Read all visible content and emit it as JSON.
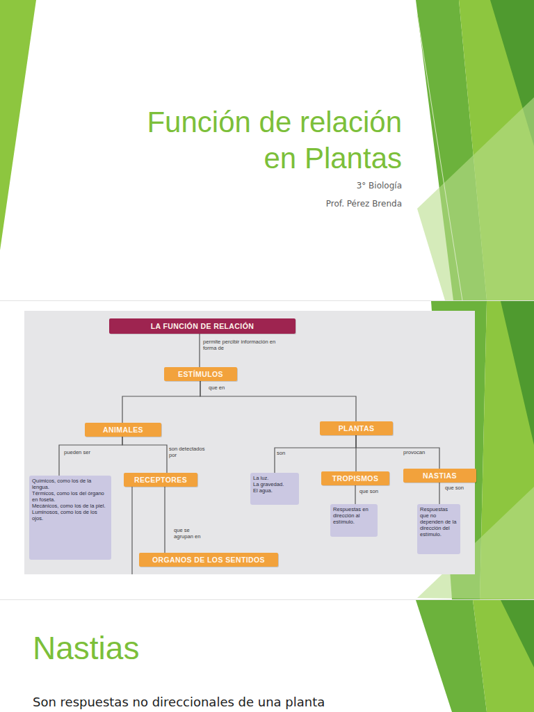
{
  "diagram": {
    "title": "Función de relación en Plantas",
    "nodes": [
      {
        "text": [
          "LA FUNCIÓN DE RELACIÓN"
        ]
      },
      {
        "text": [
          "ESTÍMULOS"
        ]
      },
      {
        "text": [
          "ANIMALES"
        ]
      },
      {
        "text": [
          "PLANTAS"
        ]
      },
      {
        "text": [
          "Químicos, como los de la lengua.",
          "Térmicos, como los del órgano en foseta.",
          "Mecánicos, como los de la piel.",
          "Luminosos, como los de los ojos."
        ]
      },
      {
        "text": [
          "RECEPTORES"
        ]
      },
      {
        "text": [
          "La luz.",
          "La gravedad.",
          "El agua."
        ]
      },
      {
        "text": [
          "TROPISMOS"
        ]
      },
      {
        "text": [
          "NASTIAS"
        ]
      },
      {
        "text": [
          "Respuestas en dirección al estímulo."
        ]
      },
      {
        "text": [
          "Respuestas que no dependen de la dirección del estímulo."
        ]
      },
      {
        "text": [
          "ORGANOS DE LOS SENTIDOS"
        ]
      }
    ],
    "edges": [
      {
        "from": 0,
        "to": 1,
        "arrow": "none",
        "label": "permite percibir información en forma de"
      },
      {
        "from": 1,
        "to": 2,
        "arrow": "none",
        "label": "que en"
      },
      {
        "from": 1,
        "to": 3,
        "arrow": "none"
      },
      {
        "from": 2,
        "to": 4,
        "arrow": "none",
        "label": "pueden ser"
      },
      {
        "from": 2,
        "to": 5,
        "arrow": "none",
        "label": "son detectados por"
      },
      {
        "from": 3,
        "to": 6,
        "arrow": "none",
        "label": "son"
      },
      {
        "from": 3,
        "to": 7,
        "arrow": "none",
        "label": "provocan"
      },
      {
        "from": 3,
        "to": 8,
        "arrow": "none"
      },
      {
        "from": 7,
        "to": 9,
        "arrow": "none",
        "label": "que son"
      },
      {
        "from": 8,
        "to": 10,
        "arrow": "none",
        "label": "que son"
      },
      {
        "from": 5,
        "to": 11,
        "arrow": "none",
        "label": "que se agrupan en"
      }
    ],
    "labels": [
      "3° Biología",
      "Prof. Pérez Brenda",
      "Nastias",
      "Son respuestas no direccionales de una planta"
    ]
  }
}
